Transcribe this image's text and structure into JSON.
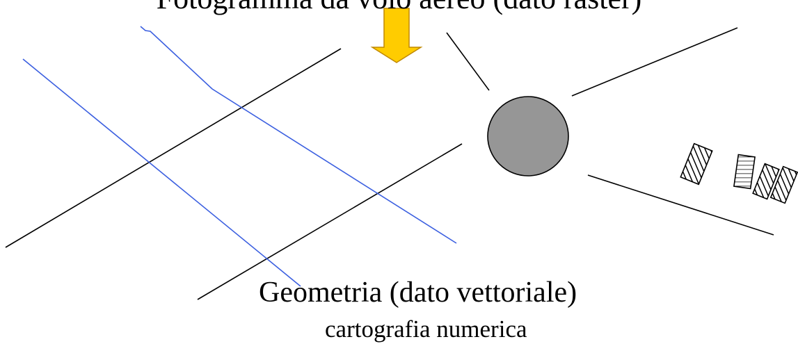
{
  "diagram": {
    "title": "Fotogramma da volo aereo (dato raster)",
    "caption_main": "Geometria (dato vettoriale)",
    "caption_sub": "cartografia numerica"
  },
  "colors": {
    "background": "#ffffff",
    "line_black": "#000000",
    "line_blue": "#3b5fe0",
    "arrow_fill": "#ffcc00",
    "arrow_stroke": "#c08800",
    "circle_fill": "#969696",
    "hatch": "#000000"
  },
  "icons": {
    "arrow": "arrow-down-icon",
    "circle": "circle-shape",
    "buildings": "hatched-building-icon"
  }
}
